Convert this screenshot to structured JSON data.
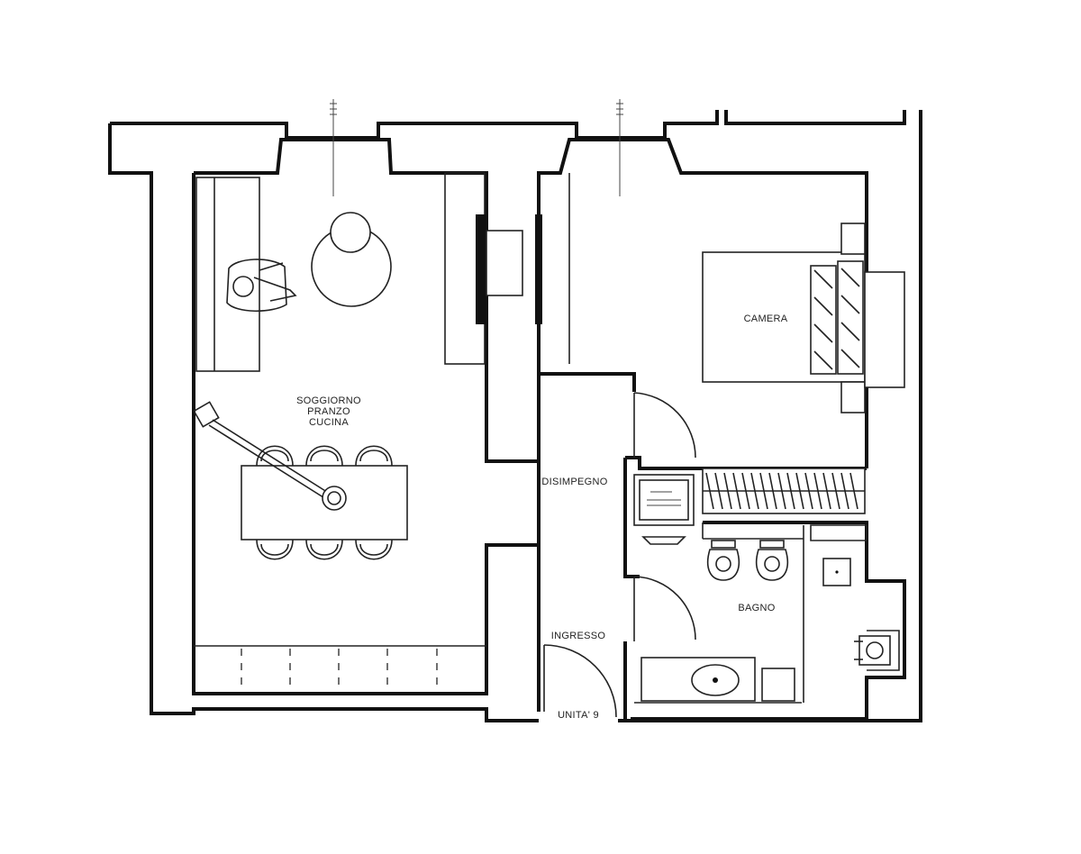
{
  "rooms": {
    "living": [
      "SOGGIORNO",
      "PRANZO",
      "CUCINA"
    ],
    "bedroom": "CAMERA",
    "hallway": "DISIMPEGNO",
    "bathroom": "BAGNO",
    "entrance": "INGRESSO",
    "unit": "UNITA' 9"
  }
}
